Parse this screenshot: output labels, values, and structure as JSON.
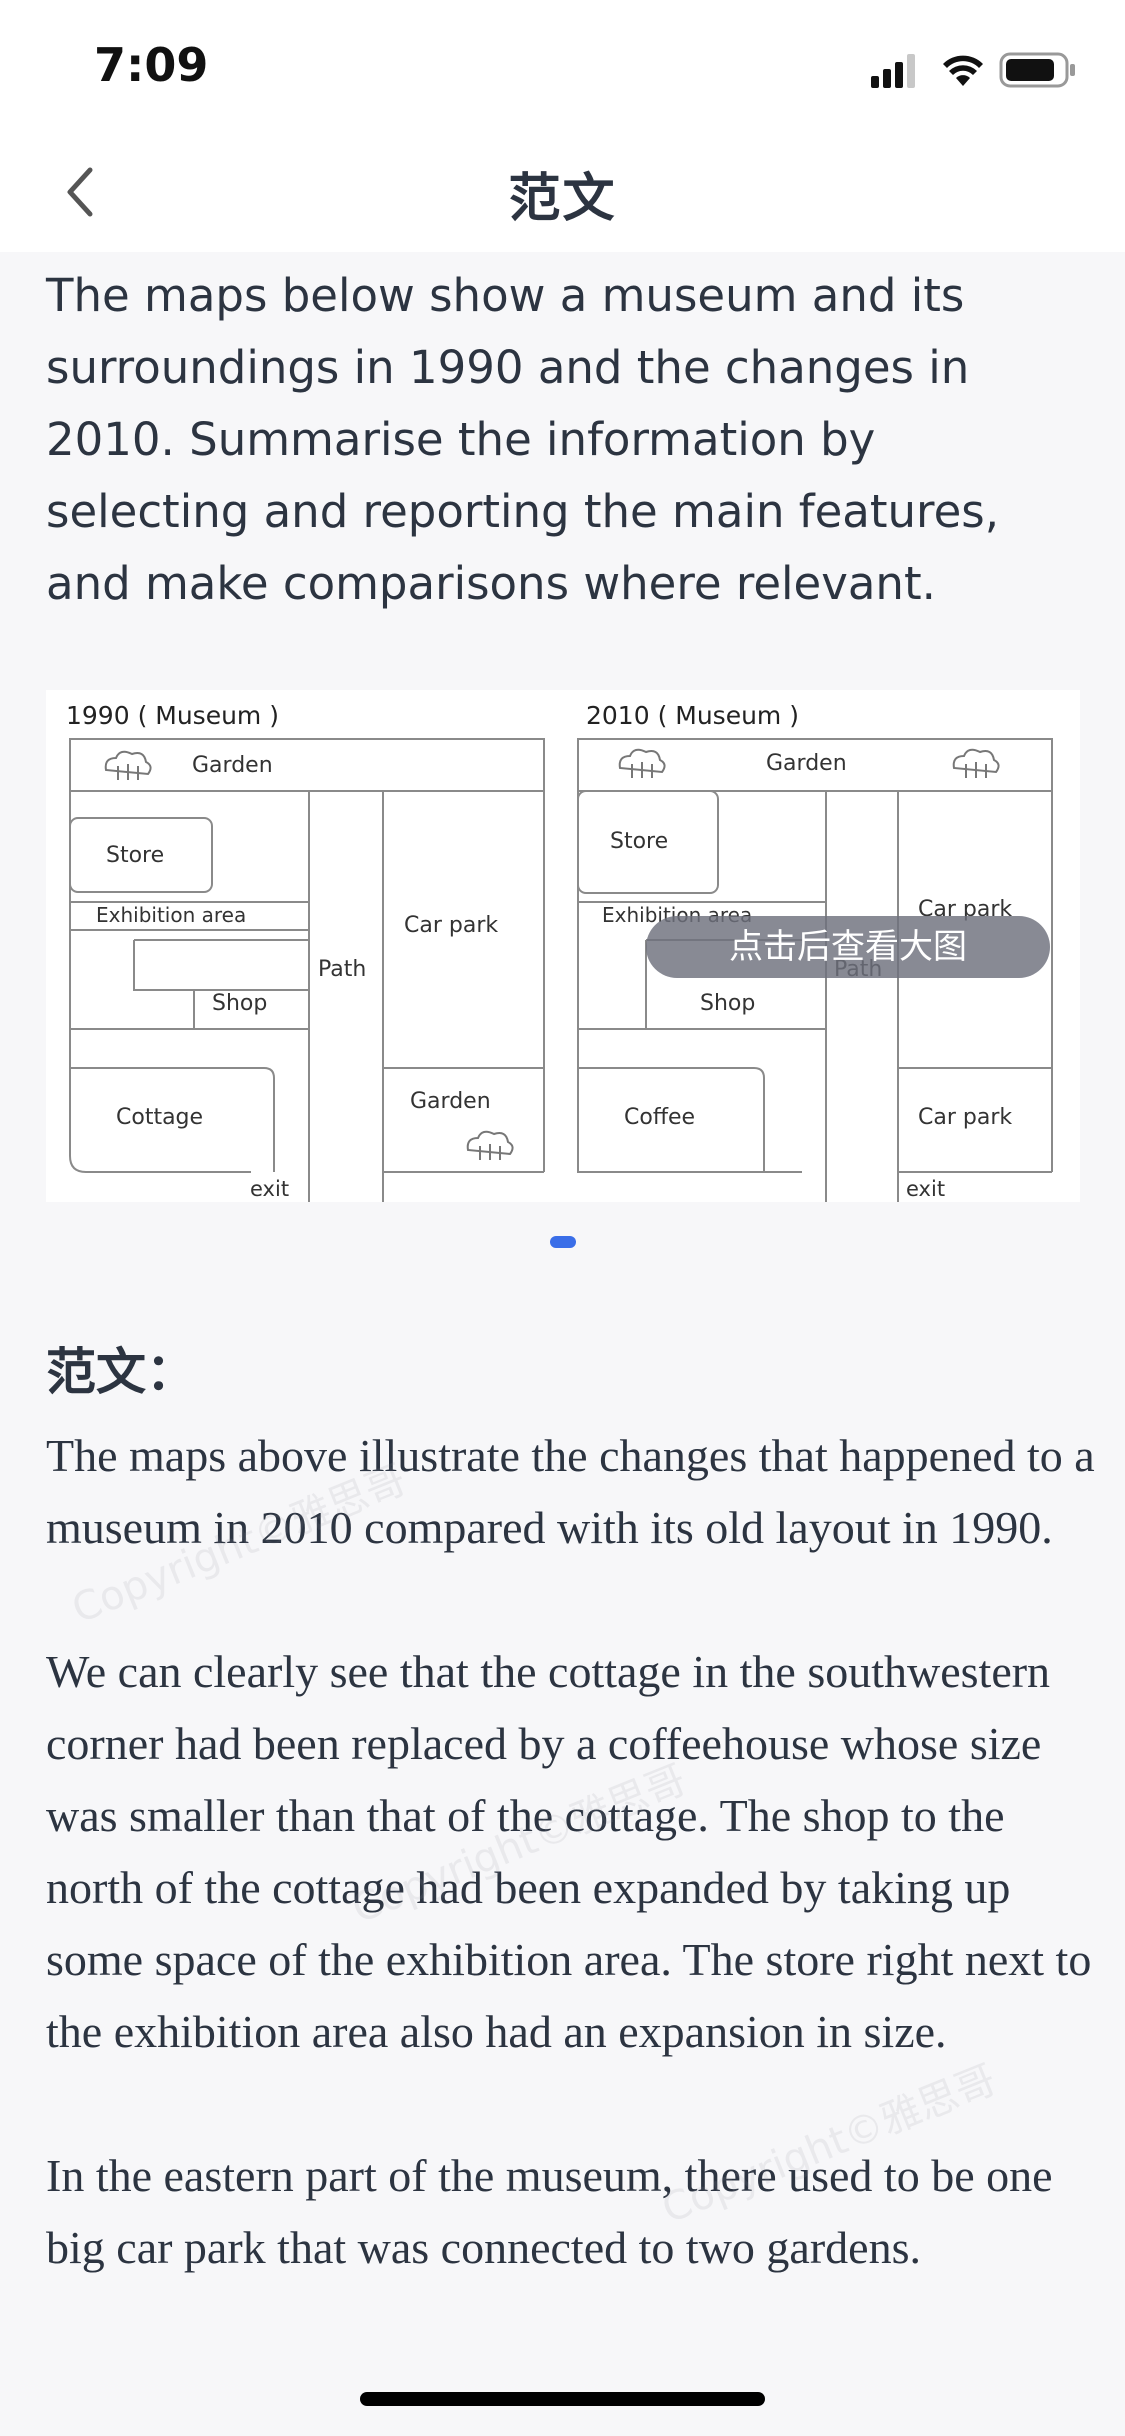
{
  "status": {
    "time": "7:09"
  },
  "nav": {
    "title": "范文",
    "back_icon": "chevron-left-icon"
  },
  "question": {
    "text": "The maps below show a museum and its surroundings in 1990 and the changes in 2010. Summarise the information by selecting and reporting the main features, and make comparisons where relevant."
  },
  "figure": {
    "map1": {
      "title": "1990 ( Museum )",
      "garden_top": "Garden",
      "store": "Store",
      "exhibition": "Exhibition area",
      "shop": "Shop",
      "cottage": "Cottage",
      "path": "Path",
      "car_park": "Car park",
      "garden_se": "Garden",
      "exit": "exit"
    },
    "map2": {
      "title": "2010 ( Museum )",
      "garden_top": "Garden",
      "store": "Store",
      "exhibition": "Exhibition area",
      "shop": "Shop",
      "coffee": "Coffee",
      "path": "Path",
      "car_park_ne": "Car park",
      "car_park_se": "Car park",
      "exit": "exit"
    },
    "view_large_label": "点击后查看大图"
  },
  "essay": {
    "heading": "范文：",
    "paragraphs": [
      "The maps above illustrate the changes that happened to a museum in 2010 compared with its old layout in 1990.",
      "We can clearly see that the cottage in the southwestern corner had been replaced by a coffeehouse whose size was smaller than that of the cottage. The shop to the north of the cottage had been expanded by taking up some space of the exhibition area. The store right next to the exhibition area also had an expansion in size.",
      "In the eastern part of the museum, there used to be one big car park that was connected to two gardens."
    ]
  },
  "watermark": {
    "text": "Copyright©雅思哥"
  },
  "colors": {
    "accent": "#3a6ee8",
    "text": "#2c3441",
    "background": "#f7f7f9"
  }
}
